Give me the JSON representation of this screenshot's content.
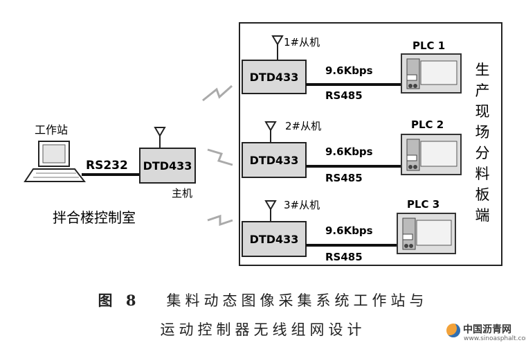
{
  "diagram": {
    "workstation_label": "工作站",
    "rs232_label": "RS232",
    "master": {
      "device_label": "DTD433",
      "role_label": "主机"
    },
    "control_room_label": "拌合楼控制室",
    "site_label": "生产现场分料板端",
    "slaves": [
      {
        "station_label": "1#从机",
        "device_label": "DTD433",
        "baud_label": "9.6Kbps",
        "bus_label": "RS485",
        "plc_label": "PLC 1"
      },
      {
        "station_label": "2#从机",
        "device_label": "DTD433",
        "baud_label": "9.6Kbps",
        "bus_label": "RS485",
        "plc_label": "PLC 2"
      },
      {
        "station_label": "3#从机",
        "device_label": "DTD433",
        "baud_label": "9.6Kbps",
        "bus_label": "RS485",
        "plc_label": "PLC 3"
      }
    ]
  },
  "caption": {
    "figure_number": "图 8",
    "line1": "集料动态图像采集系统工作站与",
    "line2": "运动控制器无线组网设计"
  },
  "watermark": {
    "name": "中国沥青网",
    "url": "www.sinoasphalt.com"
  }
}
